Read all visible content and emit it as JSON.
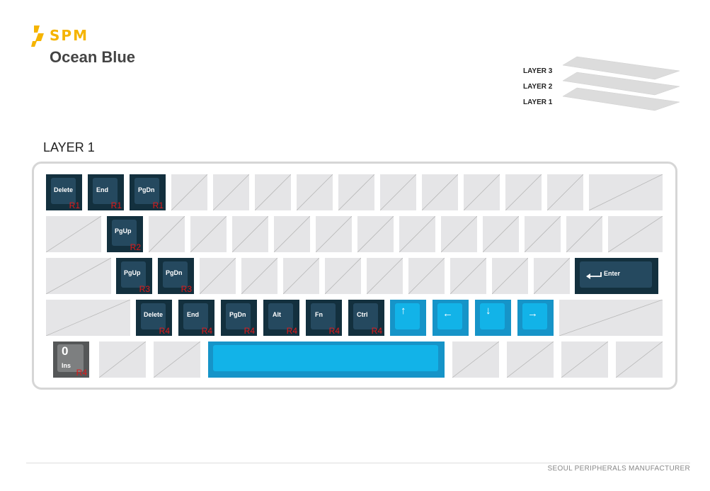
{
  "brand": {
    "name": "SPM",
    "accent_color": "#f5b400",
    "logo_icon": "spm-bolt-icon"
  },
  "product": {
    "title": "Ocean Blue"
  },
  "layer_legend": [
    "LAYER 3",
    "LAYER 2",
    "LAYER 1"
  ],
  "section": {
    "title": "LAYER 1"
  },
  "colors": {
    "dark_key": "#13303e",
    "dark_cap": "#25495f",
    "cyan_key": "#1694c8",
    "cyan_cap": "#12b3e8",
    "blank_key": "#e5e5e7",
    "tag": "#e01818"
  },
  "keys": {
    "r1_delete": {
      "label": "Delete",
      "tag": "R1"
    },
    "r1_end": {
      "label": "End",
      "tag": "R1"
    },
    "r1_pgdn": {
      "label": "PgDn",
      "tag": "R1"
    },
    "r2_pgup": {
      "label": "PgUp",
      "tag": "R2"
    },
    "r3_pgup": {
      "label": "PgUp",
      "tag": "R3"
    },
    "r3_pgdn": {
      "label": "PgDn",
      "tag": "R3"
    },
    "enter": {
      "label": "Enter"
    },
    "r4_delete": {
      "label": "Delete",
      "tag": "R4"
    },
    "r4_end": {
      "label": "End",
      "tag": "R4"
    },
    "r4_pgdn": {
      "label": "PgDn",
      "tag": "R4"
    },
    "r4_alt": {
      "label": "Alt",
      "tag": "R4"
    },
    "r4_fn": {
      "label": "Fn",
      "tag": "R4"
    },
    "r4_ctrl": {
      "label": "Ctrl",
      "tag": "R4"
    },
    "arrow_up": {
      "glyph": "↑",
      "icon": "arrow-up-icon"
    },
    "arrow_left": {
      "glyph": "←",
      "icon": "arrow-left-icon"
    },
    "arrow_down": {
      "glyph": "↓",
      "icon": "arrow-down-icon"
    },
    "arrow_right": {
      "glyph": "→",
      "icon": "arrow-right-icon"
    },
    "ins": {
      "primary": "0",
      "secondary": "Ins",
      "tag": "R4"
    }
  },
  "footer": {
    "text": "SEOUL PERIPHERALS MANUFACTURER"
  }
}
